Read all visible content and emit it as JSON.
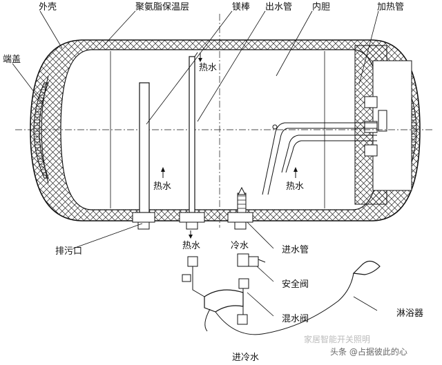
{
  "labels": {
    "outer_shell": "外壳",
    "polyurethane_insulation": "聚氨脂保温层",
    "magnesium_rod": "镁棒",
    "outlet_pipe": "出水管",
    "inner_tank": "内胆",
    "heating_tube": "加热管",
    "end_cap": "端盖",
    "hot_water_top": "热水",
    "hot_water_left": "热水",
    "hot_water_right": "热水",
    "drain_outlet": "排污口",
    "hot_water_port": "热水",
    "cold_water_port": "冷水",
    "inlet_pipe": "进水管",
    "safety_valve": "安全阀",
    "mixing_valve": "混水阀",
    "shower": "淋浴器",
    "cold_water_in": "进冷水"
  },
  "watermark": {
    "faded": "家居智能开关照明",
    "author": "头条 @占据彼此的心"
  }
}
